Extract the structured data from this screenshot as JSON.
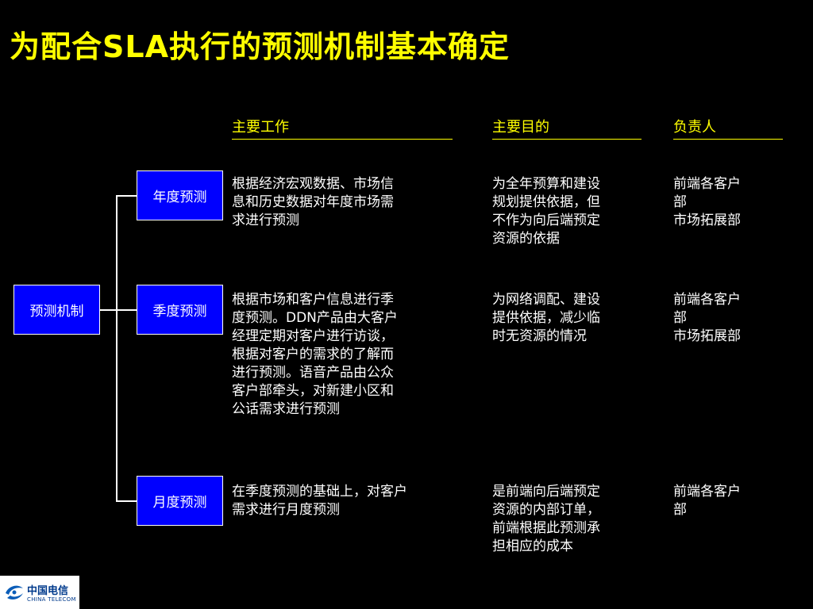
{
  "title": "为配合SLA执行的预测机制基本确定",
  "headers": {
    "work": "主要工作",
    "purpose": "主要目的",
    "owner": "负责人"
  },
  "root": "预测机制",
  "rows": [
    {
      "label": "年度预测",
      "work": [
        "根据经济宏观数据、市场信",
        "息和历史数据对年度市场需",
        "求进行预测"
      ],
      "purpose": [
        "为全年预算和建设",
        "规划提供依据，但",
        "不作为向后端预定",
        "资源的依据"
      ],
      "owner": [
        "前端各客户",
        "部",
        "市场拓展部"
      ]
    },
    {
      "label": "季度预测",
      "work": [
        "根据市场和客户信息进行季",
        "度预测。DDN产品由大客户",
        "经理定期对客户进行访谈，",
        "根据对客户的需求的了解而",
        "进行预测。语音产品由公众",
        "客户部牵头，对新建小区和",
        "公话需求进行预测"
      ],
      "purpose": [
        "为网络调配、建设",
        "提供依据，减少临",
        "时无资源的情况"
      ],
      "owner": [
        "前端各客户",
        "部",
        "市场拓展部"
      ]
    },
    {
      "label": "月度预测",
      "work": [
        "在季度预测的基础上，对客户",
        "需求进行月度预测"
      ],
      "purpose": [
        "是前端向后端预定",
        "资源的内部订单，",
        "前端根据此预测承",
        "担相应的成本"
      ],
      "owner": [
        "前端各客户",
        "部"
      ]
    }
  ],
  "logo": {
    "name": "中国电信",
    "sub": "CHINA TELECOM"
  },
  "colors": {
    "title": "#FFFF00",
    "box": "#0000FF",
    "background": "#000000"
  }
}
